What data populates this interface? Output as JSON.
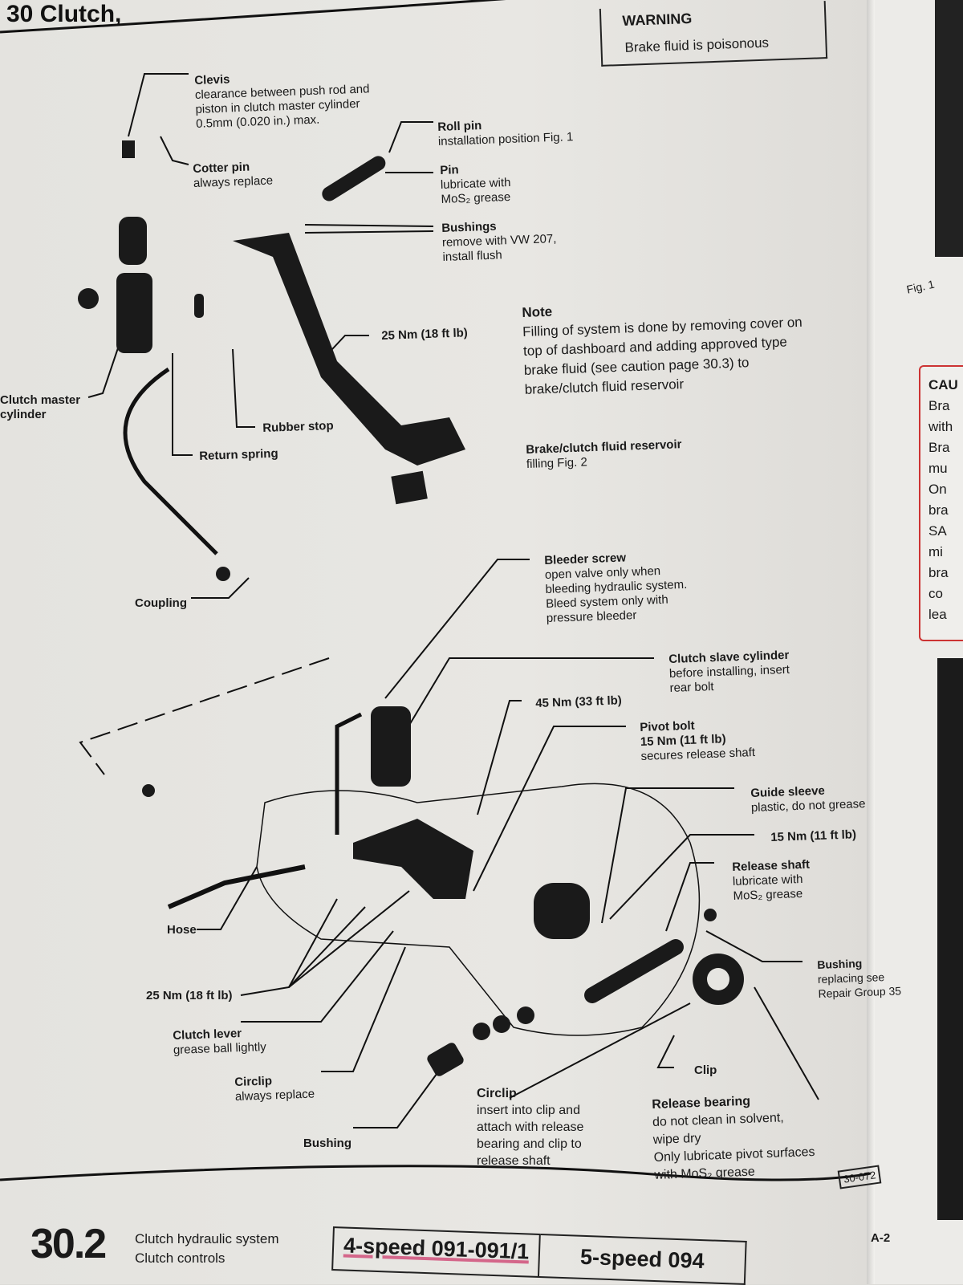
{
  "header": {
    "chapter_title": "30 Clutch,"
  },
  "warning": {
    "title": "WARNING",
    "text": "Brake fluid is poisonous"
  },
  "labels": {
    "clevis": {
      "title": "Clevis",
      "lines": [
        "clearance between push rod and",
        "piston in clutch master cylinder",
        "0.5mm (0.020 in.) max."
      ]
    },
    "cotter_pin": {
      "title": "Cotter pin",
      "lines": [
        "always replace"
      ]
    },
    "roll_pin": {
      "title": "Roll pin",
      "lines": [
        "installation position Fig. 1"
      ]
    },
    "pin": {
      "title": "Pin",
      "lines": [
        "lubricate with",
        "MoS₂ grease"
      ]
    },
    "bushings": {
      "title": "Bushings",
      "lines": [
        "remove with VW 207,",
        "install flush"
      ]
    },
    "torque_25_pedal": "25 Nm (18 ft lb)",
    "note": {
      "title": "Note",
      "lines": [
        "Filling of system is done by removing cover on",
        "top of dashboard and adding approved type",
        "brake fluid (see caution page 30.3) to",
        "brake/clutch fluid reservoir"
      ]
    },
    "clutch_master": {
      "title": "Clutch master",
      "lines": [
        "cylinder"
      ]
    },
    "rubber_stop": "Rubber stop",
    "return_spring": "Return spring",
    "reservoir": {
      "title": "Brake/clutch fluid reservoir",
      "lines": [
        "filling Fig. 2"
      ]
    },
    "bleeder": {
      "title": "Bleeder screw",
      "lines": [
        "open valve only when",
        "bleeding hydraulic system.",
        "Bleed system only with",
        "pressure bleeder"
      ]
    },
    "coupling": "Coupling",
    "slave": {
      "title": "Clutch slave cylinder",
      "lines": [
        "before installing, insert",
        "rear bolt"
      ]
    },
    "torque_45": "45 Nm (33 ft lb)",
    "pivot_bolt": {
      "title": "Pivot bolt",
      "lines": [
        "15 Nm (11 ft lb)",
        "secures release shaft"
      ]
    },
    "guide_sleeve": {
      "title": "Guide sleeve",
      "lines": [
        "plastic, do not grease"
      ]
    },
    "torque_15": "15 Nm (11 ft lb)",
    "release_shaft": {
      "title": "Release shaft",
      "lines": [
        "lubricate with",
        "MoS₂ grease"
      ]
    },
    "hose": "Hose",
    "bushing_r": {
      "title": "Bushing",
      "lines": [
        "replacing see",
        "Repair Group 35"
      ]
    },
    "torque_25_lower": "25 Nm (18 ft lb)",
    "clutch_lever": {
      "title": "Clutch lever",
      "lines": [
        "grease ball lightly"
      ]
    },
    "clip": "Clip",
    "circlip_l": {
      "title": "Circlip",
      "lines": [
        "always replace"
      ]
    },
    "circlip_c": {
      "title": "Circlip",
      "lines": [
        "insert into clip and",
        "attach with release",
        "bearing and clip to",
        "release shaft"
      ]
    },
    "release_bearing": {
      "title": "Release bearing",
      "lines": [
        "do not clean in solvent,",
        "wipe dry",
        "Only lubricate pivot surfaces",
        "with MoS₂ grease"
      ]
    },
    "bushing_b": "Bushing",
    "fig_ref": "30-072"
  },
  "side": {
    "fig1": "Fig. 1",
    "caution_title": "CAU",
    "caution_lines": [
      "Bra",
      "with",
      "Bra",
      "mu",
      "On",
      "bra",
      "SA",
      "mi",
      "bra",
      "co",
      "lea"
    ]
  },
  "footer": {
    "section": "30.2",
    "subtitle1": "Clutch hydraulic system",
    "subtitle2": "Clutch controls",
    "tab1": "4-speed 091-091/1",
    "tab2": "5-speed 094",
    "page": "A-2"
  }
}
